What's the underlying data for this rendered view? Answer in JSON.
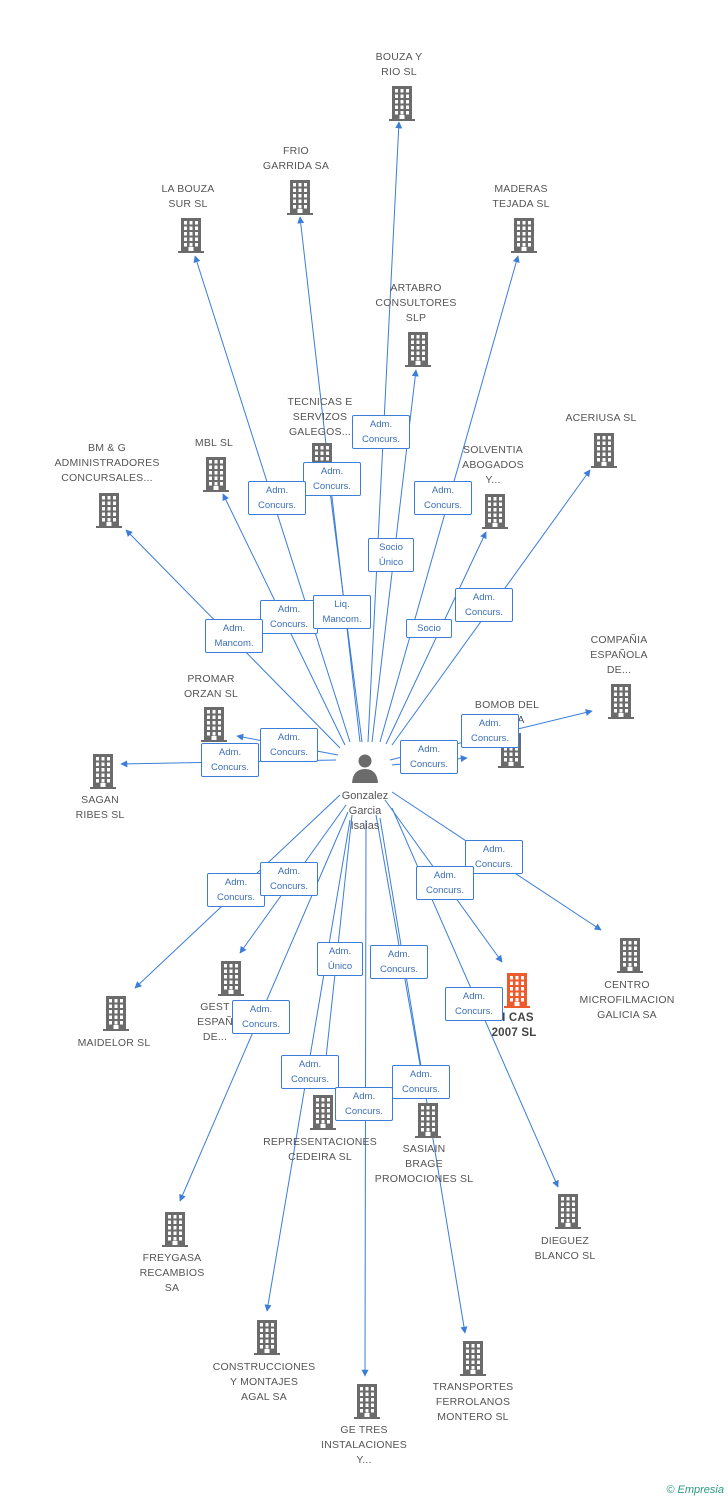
{
  "center": {
    "name": "Gonzalez\nGarcia\nIsaias"
  },
  "colors": {
    "edge": "#3b7dd8",
    "company": "#6b6b6b",
    "focus_company": "#ee5a2b",
    "person": "#6b6b6b"
  },
  "nodes": [
    {
      "id": "bouza",
      "label": "BOUZA Y\nRIO SL"
    },
    {
      "id": "frio",
      "label": "FRIO\nGARRIDA SA"
    },
    {
      "id": "labouza",
      "label": "LA BOUZA\nSUR SL"
    },
    {
      "id": "maderas",
      "label": "MADERAS\nTEJADA SL"
    },
    {
      "id": "artabro",
      "label": "ARTABRO\nCONSULTORES\nSLP"
    },
    {
      "id": "tecnicas",
      "label": "TECNICAS E\nSERVIZOS\nGALEGOS..."
    },
    {
      "id": "acerius",
      "label": "ACERIUSA SL"
    },
    {
      "id": "bmg",
      "label": "BM & G\nADMINISTRADORES\nCONCURSALES..."
    },
    {
      "id": "mbl",
      "label": "MBL SL"
    },
    {
      "id": "solventia",
      "label": "SOLVENTIA\nABOGADOS\nY..."
    },
    {
      "id": "compania",
      "label": "COMPAÑIA\nESPAÑOLA\nDE..."
    },
    {
      "id": "promar",
      "label": "PROMAR\nORZAN SL"
    },
    {
      "id": "bomob",
      "label": "BOMOB DEL\n...O SA"
    },
    {
      "id": "sagan",
      "label": "SAGAN\nRIBES SL"
    },
    {
      "id": "centro",
      "label": "CENTRO\nMICROFILMACION\nGALICIA SA"
    },
    {
      "id": "maidelor",
      "label": "MAIDELOR SL"
    },
    {
      "id": "gest",
      "label": "GEST\nESPAÑ\nDE..."
    },
    {
      "id": "eicas",
      "label": "EI CAS\n2007 SL"
    },
    {
      "id": "representaciones",
      "label": "REPRESENTACIONES\nCEDEIRA SL"
    },
    {
      "id": "sasiain",
      "label": "SASIAIN\nBRAGE\nPROMOCIONES SL"
    },
    {
      "id": "dieguez",
      "label": "DIEGUEZ\nBLANCO SL"
    },
    {
      "id": "freygasa",
      "label": "FREYGASA\nRECAMBIOS\nSA"
    },
    {
      "id": "construcciones",
      "label": "CONSTRUCCIONES\nY MONTAJES\nAGAL SA"
    },
    {
      "id": "transportes",
      "label": "TRANSPORTES\nFERROLANOS\nMONTERO SL"
    },
    {
      "id": "getres",
      "label": "GE TRES\nINSTALACIONES\nY..."
    }
  ],
  "edge_labels": [
    {
      "to": "artabro",
      "text": "Adm.\nConcurs."
    },
    {
      "to": "tecnicas",
      "text": "Adm.\nConcurs."
    },
    {
      "to": "labouza",
      "text": "Adm.\nConcurs."
    },
    {
      "to": "maderas",
      "text": "Adm.\nConcurs."
    },
    {
      "to": "bouza",
      "text": "Socio\nÚnico"
    },
    {
      "to": "acerius",
      "text": "Adm.\nConcurs."
    },
    {
      "to": "mbl",
      "text": "Adm.\nConcurs."
    },
    {
      "to": "frio",
      "text": "Liq.\nMancom."
    },
    {
      "to": "bmg",
      "text": "Adm.\nMancom."
    },
    {
      "to": "solventia",
      "text": "Socio"
    },
    {
      "to": "compania",
      "text": "Adm.\nConcurs."
    },
    {
      "to": "promar",
      "text": "Adm.\nConcurs."
    },
    {
      "to": "sagan",
      "text": "Adm.\nConcurs."
    },
    {
      "to": "bomob",
      "text": "Adm.\nConcurs."
    },
    {
      "to": "centro",
      "text": "Adm.\nConcurs."
    },
    {
      "to": "eicas_a",
      "text": "Adm.\nConcurs."
    },
    {
      "to": "maidelor",
      "text": "Adm.\nConcurs."
    },
    {
      "to": "gest",
      "text": "Adm.\nConcurs."
    },
    {
      "to": "representaciones",
      "text": "Adm.\nÚnico"
    },
    {
      "to": "sasiain",
      "text": "Adm.\nConcurs."
    },
    {
      "to": "freygasa",
      "text": "Adm.\nConcurs."
    },
    {
      "to": "eicas",
      "text": "Adm.\nConcurs."
    },
    {
      "to": "construcciones",
      "text": "Adm.\nConcurs."
    },
    {
      "to": "getres",
      "text": "Adm.\nConcurs."
    },
    {
      "to": "transportes",
      "text": "Adm.\nConcurs."
    }
  ],
  "brand": {
    "copyright": "©",
    "name": "Empresia"
  }
}
